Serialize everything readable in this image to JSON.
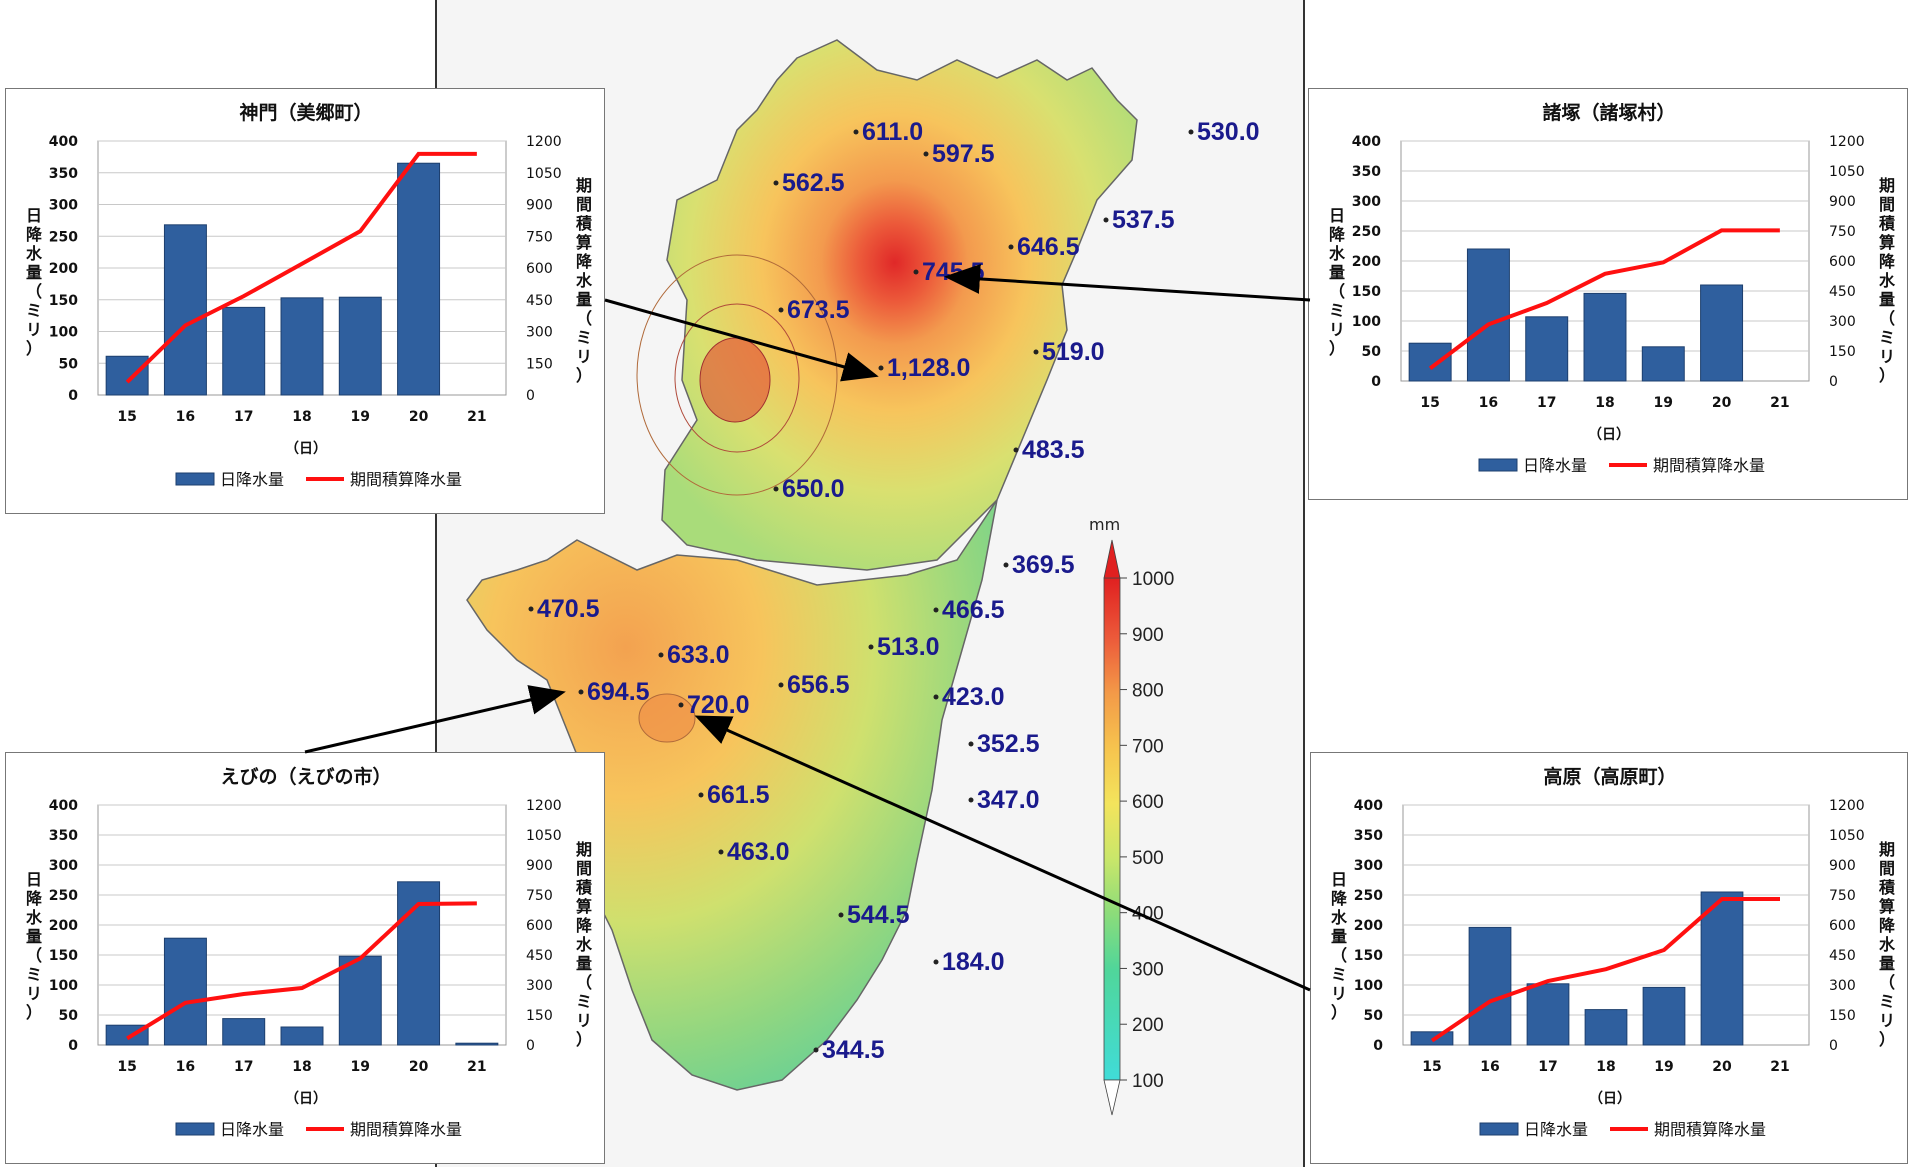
{
  "legend": {
    "unit": "mm",
    "ticks": [
      "100",
      "200",
      "300",
      "400",
      "500",
      "600",
      "700",
      "800",
      "900",
      "1000"
    ]
  },
  "stations": [
    {
      "label": "611.0"
    },
    {
      "label": "597.5"
    },
    {
      "label": "530.0"
    },
    {
      "label": "562.5"
    },
    {
      "label": "537.5"
    },
    {
      "label": "646.5"
    },
    {
      "label": "745.5"
    },
    {
      "label": "673.5"
    },
    {
      "label": "1,128.0"
    },
    {
      "label": "519.0"
    },
    {
      "label": "483.5"
    },
    {
      "label": "650.0"
    },
    {
      "label": "369.5"
    },
    {
      "label": "470.5"
    },
    {
      "label": "466.5"
    },
    {
      "label": "633.0"
    },
    {
      "label": "513.0"
    },
    {
      "label": "694.5"
    },
    {
      "label": "720.0"
    },
    {
      "label": "656.5"
    },
    {
      "label": "423.0"
    },
    {
      "label": "352.5"
    },
    {
      "label": "661.5"
    },
    {
      "label": "347.0"
    },
    {
      "label": "463.0"
    },
    {
      "label": "544.5"
    },
    {
      "label": "184.0"
    },
    {
      "label": "344.5"
    }
  ],
  "chart_data": [
    {
      "type": "bar",
      "title": "神門（美郷町）",
      "categories": [
        "15",
        "16",
        "17",
        "18",
        "19",
        "20",
        "21"
      ],
      "xlabel": "（日）",
      "ylabel": "日降水量（ミリ）",
      "y2label": "期間積算降水量（ミリ）",
      "ylim": [
        0,
        400
      ],
      "yticks": [
        "0",
        "50",
        "100",
        "150",
        "200",
        "250",
        "300",
        "350",
        "400"
      ],
      "y2lim": [
        0,
        1200
      ],
      "y2ticks": [
        "0",
        "150",
        "300",
        "450",
        "600",
        "750",
        "900",
        "1050",
        "1200"
      ],
      "series": [
        {
          "name": "日降水量",
          "kind": "bar",
          "color": "#2f5f9e",
          "values": [
            61,
            268,
            138,
            153,
            154,
            365,
            0
          ]
        },
        {
          "name": "期間積算降水量",
          "kind": "line",
          "color": "#ff1010",
          "axis": "right",
          "values": [
            61,
            329,
            467,
            620,
            774,
            1139,
            1139
          ]
        }
      ],
      "grid": true,
      "legend_position": "bottom"
    },
    {
      "type": "bar",
      "title": "諸塚（諸塚村）",
      "categories": [
        "15",
        "16",
        "17",
        "18",
        "19",
        "20",
        "21"
      ],
      "xlabel": "（日）",
      "ylabel": "日降水量（ミリ）",
      "y2label": "期間積算降水量（ミリ）",
      "ylim": [
        0,
        400
      ],
      "yticks": [
        "0",
        "50",
        "100",
        "150",
        "200",
        "250",
        "300",
        "350",
        "400"
      ],
      "y2lim": [
        0,
        1200
      ],
      "y2ticks": [
        "0",
        "150",
        "300",
        "450",
        "600",
        "750",
        "900",
        "1050",
        "1200"
      ],
      "series": [
        {
          "name": "日降水量",
          "kind": "bar",
          "color": "#2f5f9e",
          "values": [
            63,
            220,
            107,
            146,
            57,
            160,
            0
          ]
        },
        {
          "name": "期間積算降水量",
          "kind": "line",
          "color": "#ff1010",
          "axis": "right",
          "values": [
            63,
            283,
            390,
            536,
            593,
            753,
            753
          ]
        }
      ],
      "grid": true,
      "legend_position": "bottom"
    },
    {
      "type": "bar",
      "title": "えびの（えびの市）",
      "categories": [
        "15",
        "16",
        "17",
        "18",
        "19",
        "20",
        "21"
      ],
      "xlabel": "（日）",
      "ylabel": "日降水量（ミリ）",
      "y2label": "期間積算降水量（ミリ）",
      "ylim": [
        0,
        400
      ],
      "yticks": [
        "0",
        "50",
        "100",
        "150",
        "200",
        "250",
        "300",
        "350",
        "400"
      ],
      "y2lim": [
        0,
        1200
      ],
      "y2ticks": [
        "0",
        "150",
        "300",
        "450",
        "600",
        "750",
        "900",
        "1050",
        "1200"
      ],
      "series": [
        {
          "name": "日降水量",
          "kind": "bar",
          "color": "#2f5f9e",
          "values": [
            33,
            178,
            44,
            30,
            148,
            272,
            3
          ]
        },
        {
          "name": "期間積算降水量",
          "kind": "line",
          "color": "#ff1010",
          "axis": "right",
          "values": [
            33,
            211,
            255,
            285,
            433,
            705,
            708
          ]
        }
      ],
      "grid": true,
      "legend_position": "bottom"
    },
    {
      "type": "bar",
      "title": "高原（高原町）",
      "categories": [
        "15",
        "16",
        "17",
        "18",
        "19",
        "20",
        "21"
      ],
      "xlabel": "（日）",
      "ylabel": "日降水量（ミリ）",
      "y2label": "期間積算降水量（ミリ）",
      "ylim": [
        0,
        400
      ],
      "yticks": [
        "0",
        "50",
        "100",
        "150",
        "200",
        "250",
        "300",
        "350",
        "400"
      ],
      "y2lim": [
        0,
        1200
      ],
      "y2ticks": [
        "0",
        "150",
        "300",
        "450",
        "600",
        "750",
        "900",
        "1050",
        "1200"
      ],
      "series": [
        {
          "name": "日降水量",
          "kind": "bar",
          "color": "#2f5f9e",
          "values": [
            22,
            196,
            102,
            59,
            96,
            255,
            0
          ]
        },
        {
          "name": "期間積算降水量",
          "kind": "line",
          "color": "#ff1010",
          "axis": "right",
          "values": [
            22,
            218,
            320,
            379,
            475,
            730,
            730
          ]
        }
      ],
      "grid": true,
      "legend_position": "bottom"
    }
  ]
}
